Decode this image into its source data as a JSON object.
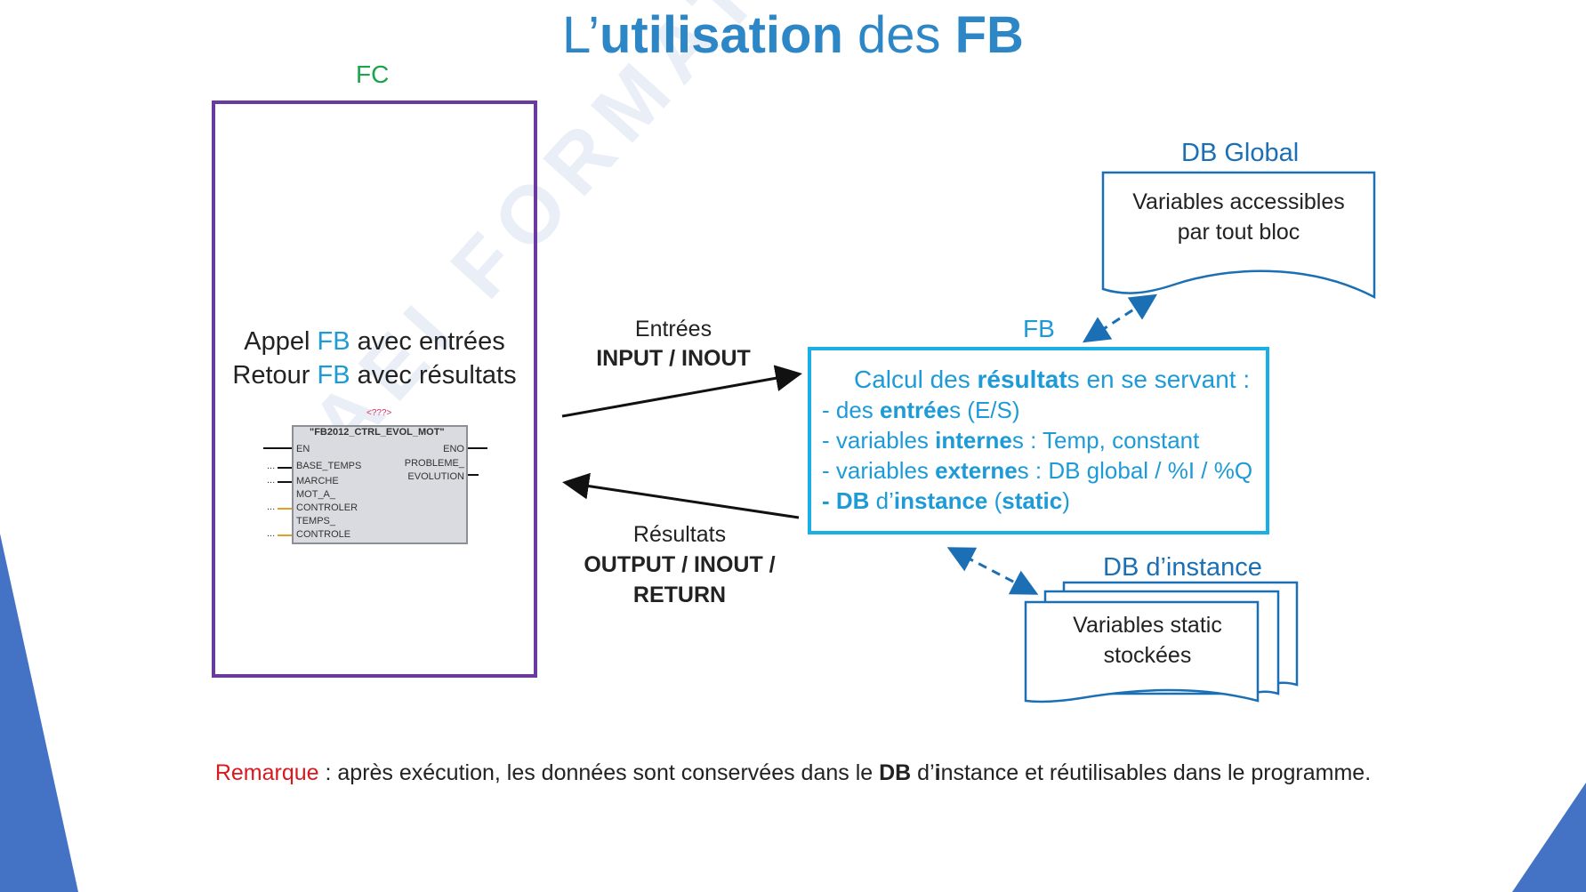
{
  "title": {
    "light1": "L’",
    "bold1": "utilisation",
    "light2": " des ",
    "bold2": "FB"
  },
  "fc": {
    "label": "FC",
    "line1": {
      "a": "Appel ",
      "b": "FB",
      "c": " avec entrées"
    },
    "line2": {
      "a": "Retour ",
      "b": "FB",
      "c": " avec résultats"
    }
  },
  "fb_block": {
    "marker": "<???>",
    "name": "\"FB2012_CTRL_EVOL_MOT\"",
    "inputs": [
      "EN",
      "BASE_TEMPS",
      "MARCHE",
      "MOT_A_",
      "CONTROLER",
      "TEMPS_",
      "CONTROLE"
    ],
    "outputs": [
      "ENO",
      "PROBLEME_",
      "EVOLUTION"
    ],
    "dots": "..."
  },
  "arrows": {
    "in_line1": "Entrées",
    "in_line2": "INPUT / INOUT",
    "out_line1": "Résultats",
    "out_line2": "OUTPUT / INOUT /",
    "out_line3": "RETURN"
  },
  "fb": {
    "title": "FB",
    "l1a": "Calcul des ",
    "l1b": "résultat",
    "l1c": "s en se servant :",
    "l2a": "- des ",
    "l2b": "entrée",
    "l2c": "s (E/S)",
    "l3a": "- variables ",
    "l3b": "interne",
    "l3c": "s : Temp, constant",
    "l4a": "- variables ",
    "l4b": "externe",
    "l4c": "s : DB global / %I / %Q",
    "l5a": "- DB",
    "l5b": " d’",
    "l5c": "instance",
    "l5d": " (",
    "l5e": "static",
    "l5f": ")"
  },
  "db_global": {
    "title": "DB Global",
    "line1": "Variables accessibles",
    "line2": "par tout bloc"
  },
  "db_instance": {
    "title": "DB d’instance",
    "line1": "Variables static",
    "line2": "stockées"
  },
  "remark": {
    "label": "Remarque",
    "a": " : après exécution, les données sont conservées dans le ",
    "b": "DB",
    "c": " d’",
    "d": "i",
    "e": "nstance et réutilisables dans le programme."
  },
  "watermark": "AEI FORMATION OUEST",
  "colors": {
    "title": "#2d86c6",
    "fc_border": "#6b3aa0",
    "fb_border": "#1ab0e6",
    "doc_border": "#1a6fb5",
    "accent": "#1e9bd7",
    "green": "#1aa54b",
    "red": "#d71920",
    "corner": "#4472c4"
  }
}
